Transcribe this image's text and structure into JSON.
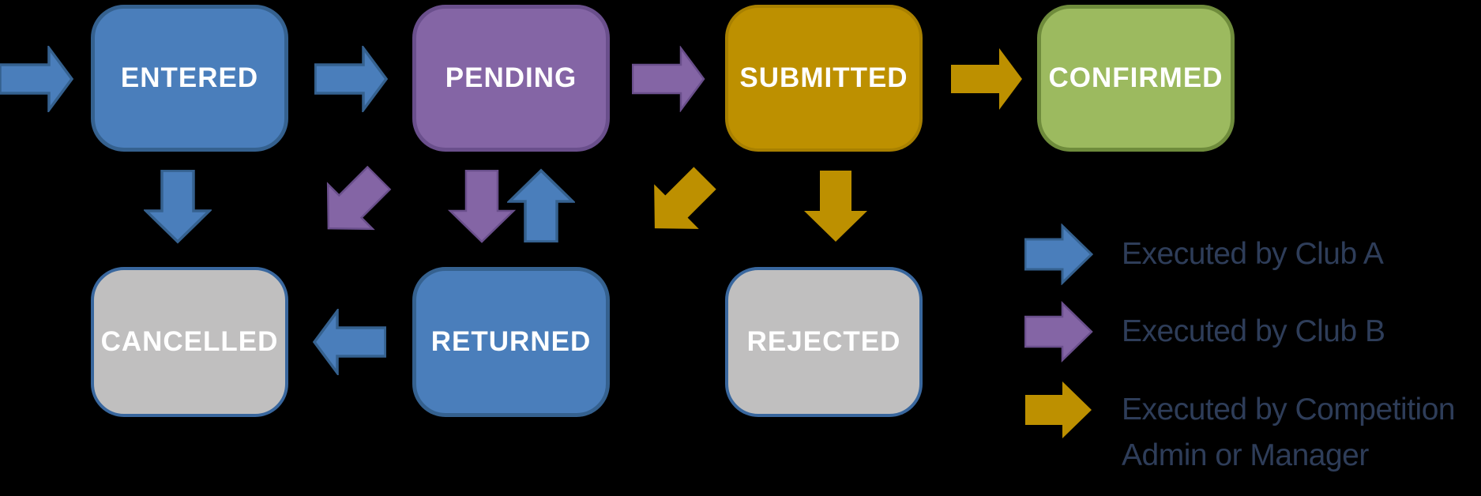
{
  "colors": {
    "background": "#000000",
    "blue": {
      "fill": "#4A7EBB",
      "border": "#35618F"
    },
    "purple": {
      "fill": "#8465A5",
      "border": "#6A4F8C"
    },
    "gold": {
      "fill": "#BD9000",
      "border": "#A88000"
    },
    "green": {
      "fill": "#9CBA5F",
      "border": "#6F8C3C"
    },
    "gray": {
      "fill": "#C0BFBF",
      "border": "#39679E"
    },
    "box_text": "#FFFFFF",
    "legend_text": "#2E3D59"
  },
  "diagram": {
    "nodes": {
      "entered": {
        "label": "ENTERED",
        "color": "blue"
      },
      "pending": {
        "label": "PENDING",
        "color": "purple"
      },
      "submitted": {
        "label": "SUBMITTED",
        "color": "gold"
      },
      "confirmed": {
        "label": "CONFIRMED",
        "color": "green"
      },
      "cancelled": {
        "label": "CANCELLED",
        "color": "gray"
      },
      "returned": {
        "label": "RETURNED",
        "color": "blue"
      },
      "rejected": {
        "label": "REJECTED",
        "color": "gray"
      }
    },
    "edges": [
      {
        "name": "start-to-entered",
        "color": "blue",
        "direction": "right"
      },
      {
        "name": "entered-to-pending",
        "color": "blue",
        "direction": "right"
      },
      {
        "name": "pending-to-submitted",
        "color": "purple",
        "direction": "right"
      },
      {
        "name": "submitted-to-confirmed",
        "color": "gold",
        "direction": "right"
      },
      {
        "name": "entered-to-cancelled",
        "color": "blue",
        "direction": "down"
      },
      {
        "name": "pending-to-cancelled-diagonal",
        "color": "purple",
        "direction": "down-left"
      },
      {
        "name": "pending-to-returned",
        "color": "purple",
        "direction": "down"
      },
      {
        "name": "returned-to-pending",
        "color": "blue",
        "direction": "up"
      },
      {
        "name": "submitted-to-returned-diagonal",
        "color": "gold",
        "direction": "down-left"
      },
      {
        "name": "submitted-to-rejected",
        "color": "gold",
        "direction": "down"
      },
      {
        "name": "returned-to-cancelled",
        "color": "blue",
        "direction": "left"
      }
    ],
    "legend": {
      "items": [
        {
          "color": "blue",
          "label": "Executed by Club A",
          "lines": [
            "Executed by Club A"
          ]
        },
        {
          "color": "purple",
          "label": "Executed by Club B",
          "lines": [
            "Executed by Club B"
          ]
        },
        {
          "color": "gold",
          "label": "Executed by Competition Admin or Manager",
          "lines": [
            "Executed by Competition",
            "Admin or Manager"
          ]
        }
      ]
    }
  }
}
